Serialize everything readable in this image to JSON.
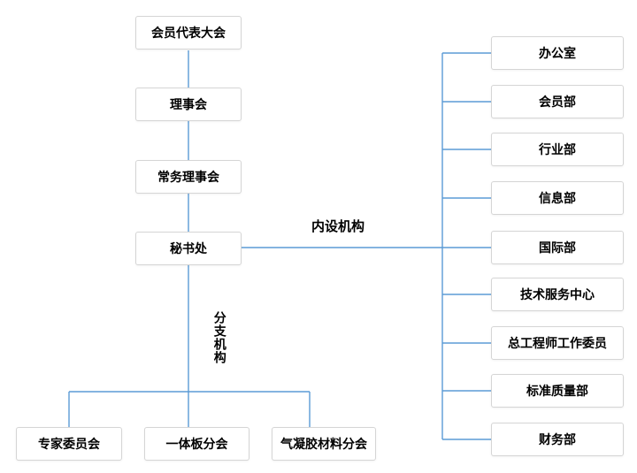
{
  "chart": {
    "type": "org-chart",
    "main_chain": [
      "会员代表大会",
      "理事会",
      "常务理事会",
      "秘书处"
    ],
    "internal_label": "内设机构",
    "branch_label": "分支机构",
    "internal_departments": [
      "办公室",
      "会员部",
      "行业部",
      "信息部",
      "国际部",
      "技术服务中心",
      "总工程师工作委员",
      "标准质量部",
      "财务部"
    ],
    "branches": [
      "专家委员会",
      "一体板分会",
      "气凝胶材料分会"
    ],
    "colors": {
      "connector": "#5B9BD5",
      "box_border": "#D5D5D5",
      "text": "#000000",
      "background": "#FFFFFF"
    }
  }
}
